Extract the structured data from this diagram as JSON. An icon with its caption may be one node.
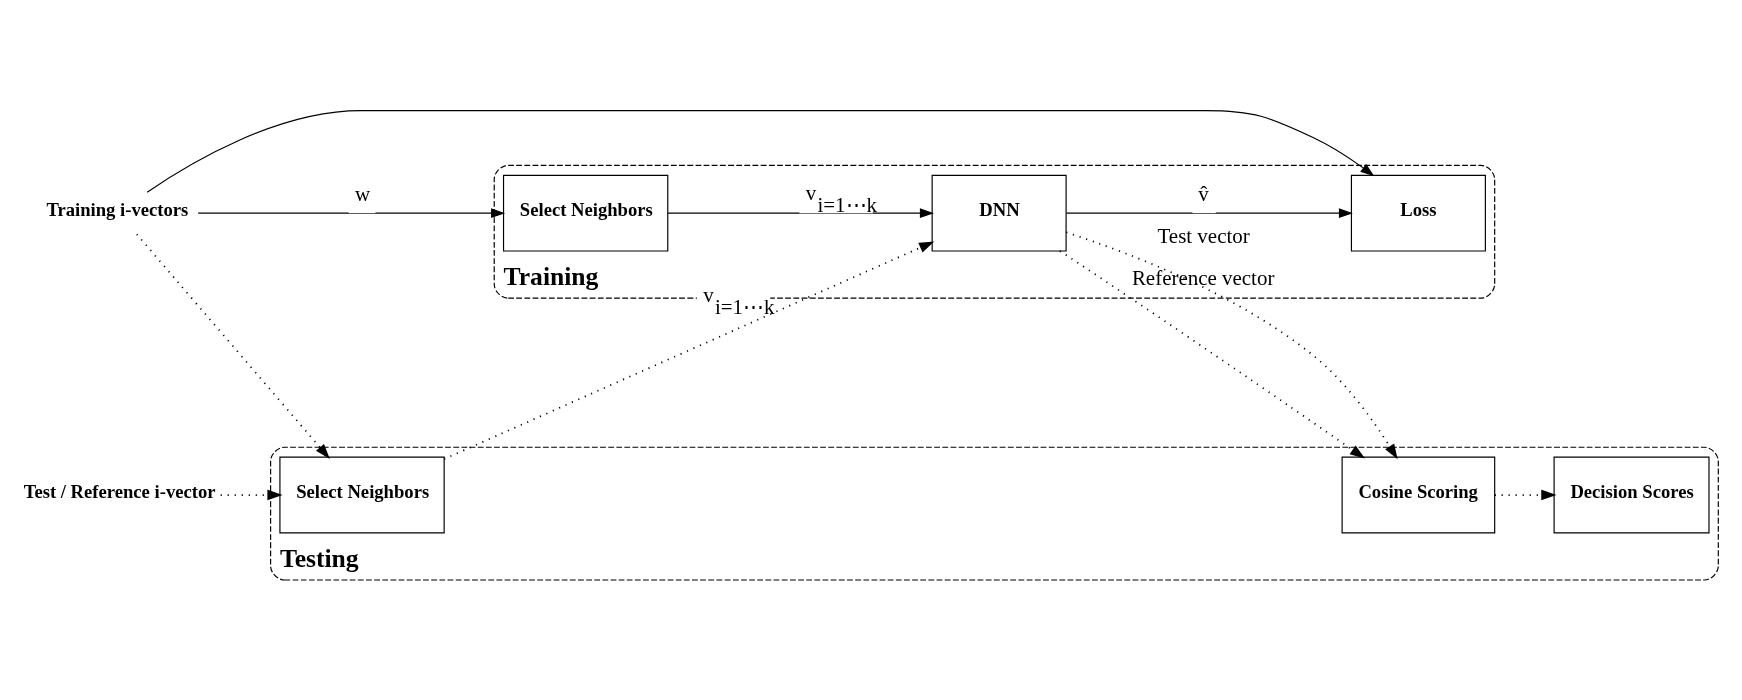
{
  "diagram": {
    "nodes": [
      {
        "text": [
          "Training"
        ]
      },
      {
        "text": [
          "Training i-vectors"
        ]
      },
      {
        "text": [
          "Select Neighbors"
        ],
        "in": 0
      },
      {
        "text": [
          "DNN"
        ],
        "in": 0
      },
      {
        "text": [
          "Loss"
        ],
        "in": 0
      },
      {
        "text": [
          "Testing"
        ]
      },
      {
        "text": [
          "Test / Reference i-vector"
        ]
      },
      {
        "text": [
          "Select Neighbors"
        ],
        "in": 5
      },
      {
        "text": [
          "Cosine Scoring"
        ],
        "in": 5
      },
      {
        "text": [
          "Decision Scores"
        ],
        "in": 5
      }
    ],
    "edges": [
      {
        "from": 1,
        "to": 2,
        "arrow": "to",
        "label": "w"
      },
      {
        "from": 1,
        "to": 4,
        "arrow": "to"
      },
      {
        "from": 1,
        "to": 7,
        "arrow": "to",
        "style": "dashed"
      },
      {
        "from": 2,
        "to": 3,
        "arrow": "to",
        "label": "v$_{i=1⋯k}$"
      },
      {
        "from": 3,
        "to": 4,
        "arrow": "to",
        "label": "v̂"
      },
      {
        "from": 3,
        "to": 8,
        "arrow": "to",
        "style": "dashed",
        "label": "Reference vector"
      },
      {
        "from": 3,
        "to": 8,
        "arrow": "to",
        "style": "dashed",
        "label": "Test vector"
      },
      {
        "from": 6,
        "to": 7,
        "arrow": "to",
        "style": "dashed"
      },
      {
        "from": 7,
        "to": 3,
        "arrow": "to",
        "style": "dashed",
        "label": "v$_{i=1⋯k}$"
      },
      {
        "from": 8,
        "to": 9,
        "arrow": "to",
        "style": "dashed"
      }
    ]
  }
}
